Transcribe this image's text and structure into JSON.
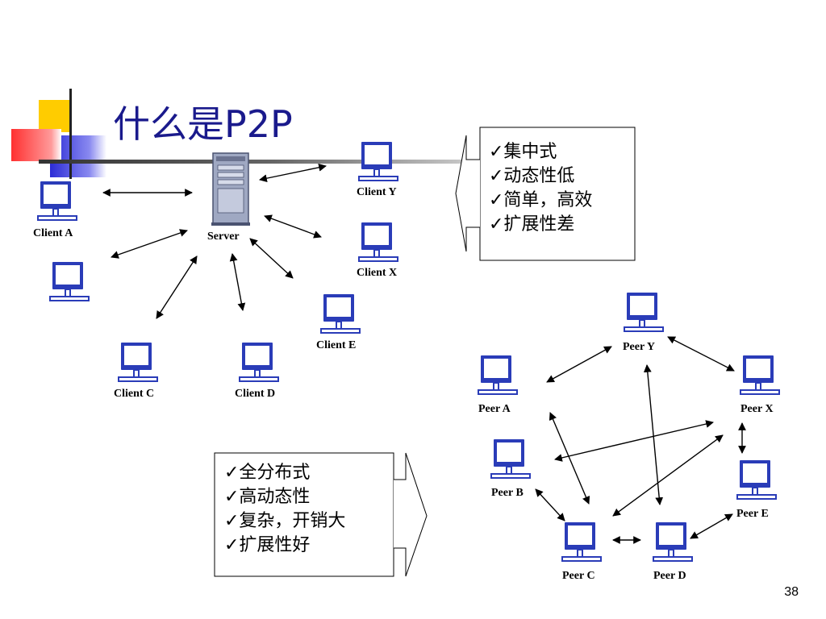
{
  "slide": {
    "title": "什么是P2P",
    "page_number": "38"
  },
  "client_server": {
    "server_label": "Server",
    "clients": [
      "Client Y",
      "Client A",
      "Client X",
      "Client E",
      "Client C",
      "Client D"
    ],
    "features": [
      "✓集中式",
      "✓动态性低",
      "✓简单，高效",
      "✓扩展性差"
    ]
  },
  "p2p": {
    "peers": [
      "Peer Y",
      "Peer A",
      "Peer X",
      "Peer B",
      "Peer E",
      "Peer C",
      "Peer D"
    ],
    "features": [
      "✓全分布式",
      "✓高动态性",
      "✓复杂，开销大",
      "✓扩展性好"
    ]
  }
}
